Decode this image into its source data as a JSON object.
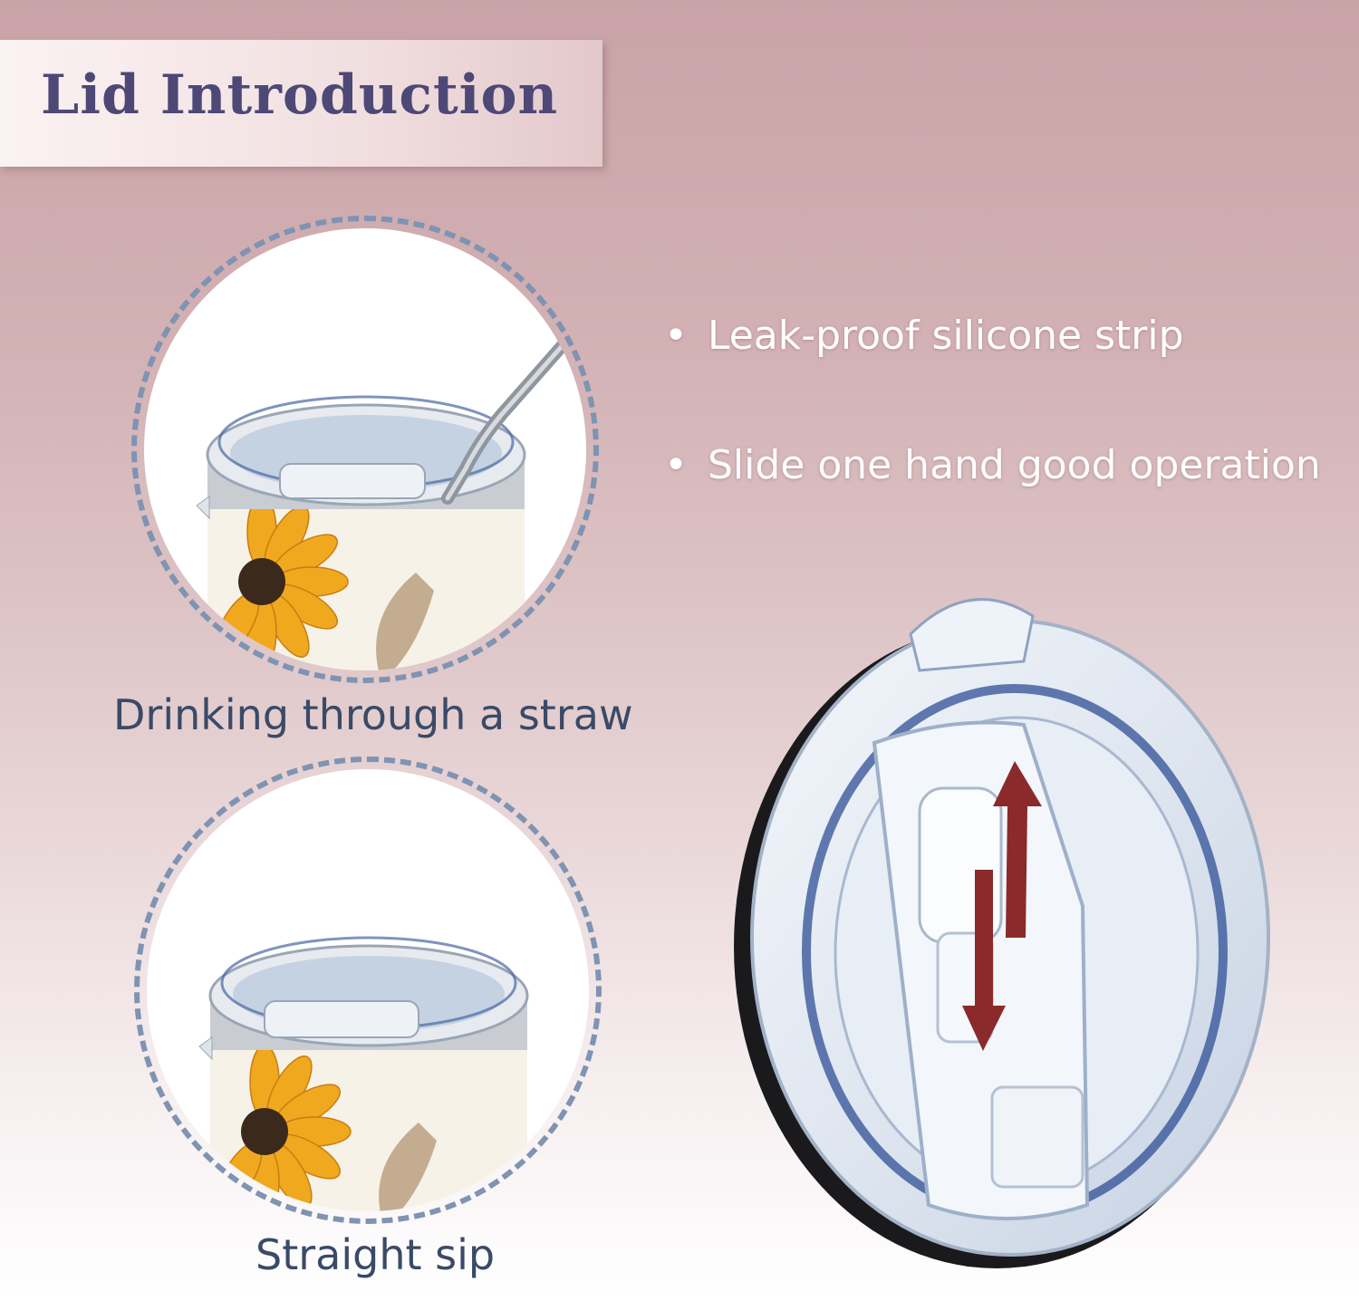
{
  "header": {
    "title": "Lid Introduction"
  },
  "features": [
    {
      "bullet": "•",
      "text": "Leak-proof silicone strip"
    },
    {
      "bullet": "•",
      "text": "Slide one hand good operation"
    }
  ],
  "modes": [
    {
      "caption": "Drinking through a straw"
    },
    {
      "caption": "Straight sip"
    }
  ],
  "colors": {
    "title": "#4d4876",
    "caption": "#3a4a67",
    "dashed_ring": "#7f93b3",
    "arrow": "#8b2a2a",
    "bullet_text": "#ffffff"
  }
}
